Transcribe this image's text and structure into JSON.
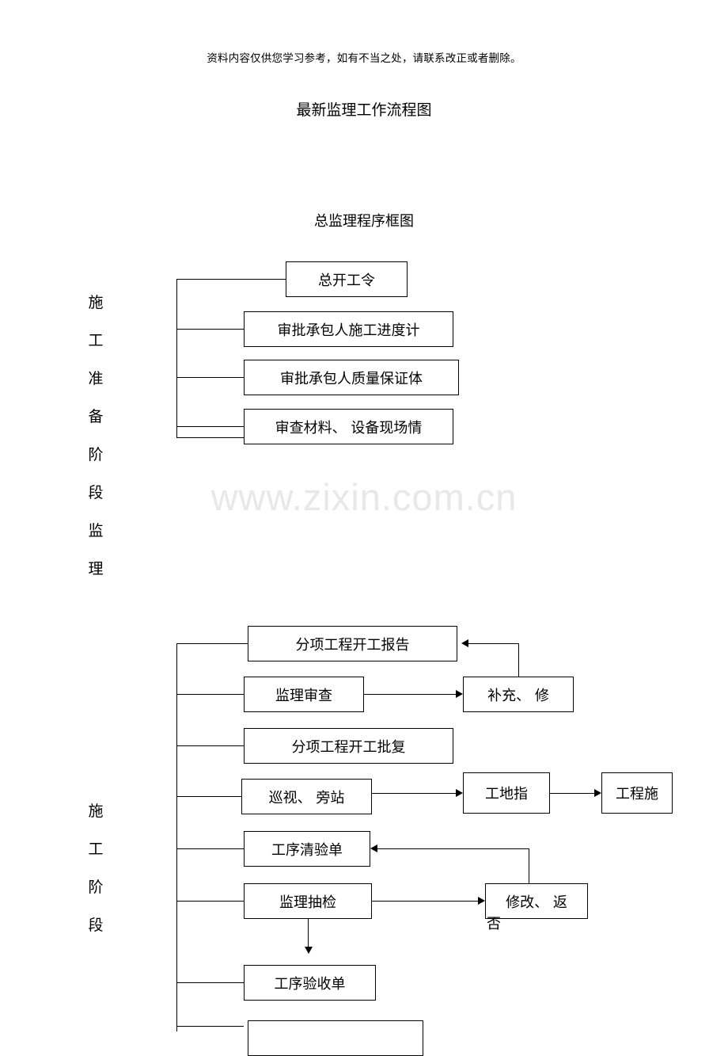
{
  "document": {
    "header_note": "资料内容仅供您学习参考，如有不当之处，请联系改正或者删除。",
    "title": "最新监理工作流程图",
    "section_title": "总监理程序框图",
    "watermark": "www.zixin.com.cn"
  },
  "labels": {
    "stage1": "施工准备阶段监理",
    "stage1_chars": [
      "施",
      "工",
      "准",
      "备",
      "阶",
      "段",
      "监",
      "理"
    ],
    "stage2": "施工阶段",
    "stage2_chars": [
      "施",
      "工",
      "阶",
      "段"
    ]
  },
  "flow": {
    "stage1_boxes": [
      {
        "id": "b1",
        "text": "总开工令"
      },
      {
        "id": "b2",
        "text": "审批承包人施工进度计"
      },
      {
        "id": "b3",
        "text": "审批承包人质量保证体"
      },
      {
        "id": "b4",
        "text": "审查材料、 设备现场情"
      }
    ],
    "stage2_boxes": [
      {
        "id": "c1",
        "text": "分项工程开工报告"
      },
      {
        "id": "c2",
        "text": "监理审查"
      },
      {
        "id": "c3",
        "text": "补充、 修"
      },
      {
        "id": "c4",
        "text": "分项工程开工批复"
      },
      {
        "id": "c5",
        "text": "巡视、 旁站"
      },
      {
        "id": "c6",
        "text": "工地指"
      },
      {
        "id": "c7",
        "text": "工程施"
      },
      {
        "id": "c8",
        "text": "工序清验单"
      },
      {
        "id": "c9",
        "text": "监理抽检"
      },
      {
        "id": "c10",
        "text": "修改、 返"
      },
      {
        "id": "c11",
        "text": "工序验收单"
      },
      {
        "id": "c12",
        "text": ""
      }
    ],
    "stray_text": "否"
  }
}
